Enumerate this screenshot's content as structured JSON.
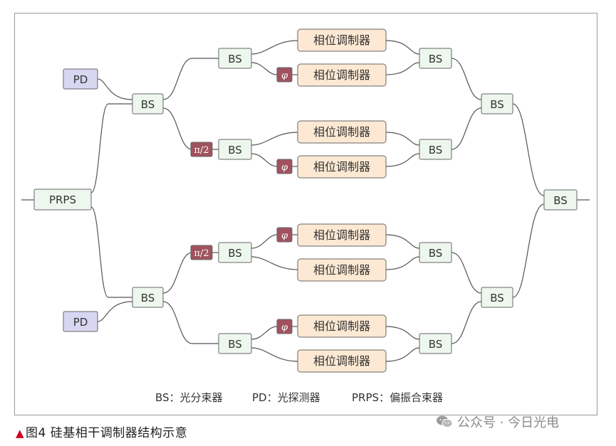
{
  "labels": {
    "bs": "BS",
    "pd": "PD",
    "prps": "PRPS",
    "modulator": "相位调制器",
    "phi": "φ",
    "pi2": "π/2"
  },
  "legend": {
    "bs": "BS：光分束器",
    "pd": "PD：光探测器",
    "prps": "PRPS：偏振合束器"
  },
  "caption": {
    "marker": "▲",
    "text": "图4  硅基相干调制器结构示意"
  },
  "watermark": {
    "icon": "wechat-icon",
    "text": "公众号 · 今日光电"
  },
  "colors": {
    "bs_fill": "#eef7ee",
    "pd_fill": "#d9d6f2",
    "mod_fill": "#fde9d3",
    "sym_fill": "#a0525e",
    "caption_marker": "#d0021b"
  }
}
